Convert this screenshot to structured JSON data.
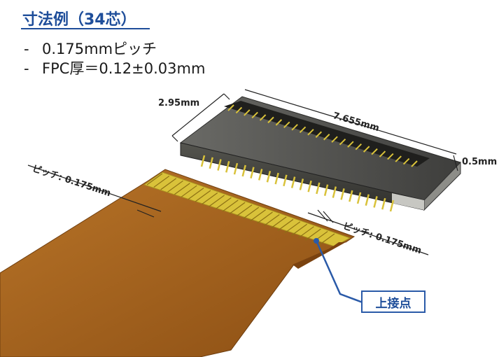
{
  "title": "寸法例（34芯）",
  "bullets": [
    {
      "dash": "-",
      "text": "0.175mmピッチ"
    },
    {
      "dash": "-",
      "text": "FPC厚＝0.12±0.03mm"
    }
  ],
  "dimensions": {
    "width": "2.95mm",
    "length": "7.655mm",
    "height": "0.5mm",
    "fpc_pitch": "ピッチ: 0.175mm",
    "connector_pitch": "ピッチ: 0.175mm"
  },
  "callout": {
    "label": "上接点"
  },
  "colors": {
    "title": "#1f4e9a",
    "fpc_body": "#a8651f",
    "fpc_contacts": "#d9c23a",
    "connector_body": "#4a4a48",
    "callout_border": "#2a5aa8"
  }
}
